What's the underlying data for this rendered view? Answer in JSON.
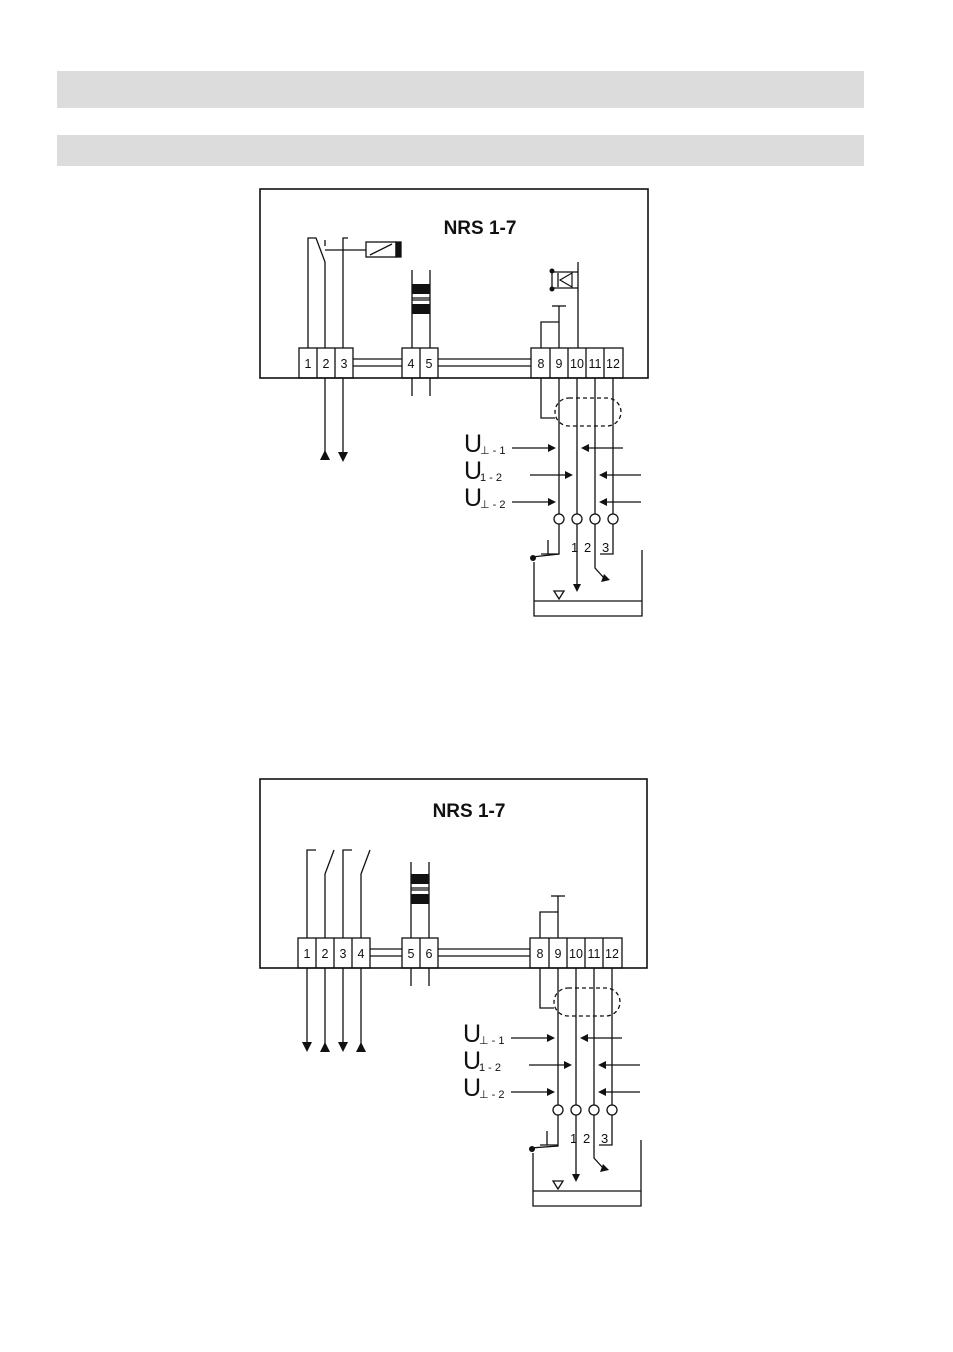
{
  "header_bands": [
    {
      "text": ""
    },
    {
      "text": ""
    }
  ],
  "diagrams": [
    {
      "title": "NRS 1-7",
      "left_terminals": [
        "1",
        "2",
        "3"
      ],
      "mid_terminals": [
        "4",
        "5"
      ],
      "right_terminals": [
        "8",
        "9",
        "10",
        "11",
        "12"
      ],
      "voltages": [
        {
          "symbol": "U",
          "sub": "⊥ - 1"
        },
        {
          "symbol": "U",
          "sub": "1 - 2"
        },
        {
          "symbol": "U",
          "sub": "⊥ - 2"
        }
      ],
      "electrodes": [
        "1",
        "2",
        "3"
      ],
      "ground_symbol": "⊥"
    },
    {
      "title": "NRS 1-7",
      "left_terminals": [
        "1",
        "2",
        "3",
        "4"
      ],
      "mid_terminals": [
        "5",
        "6"
      ],
      "right_terminals": [
        "8",
        "9",
        "10",
        "11",
        "12"
      ],
      "voltages": [
        {
          "symbol": "U",
          "sub": "⊥ - 1"
        },
        {
          "symbol": "U",
          "sub": "1 - 2"
        },
        {
          "symbol": "U",
          "sub": "⊥ - 2"
        }
      ],
      "electrodes": [
        "1",
        "2",
        "3"
      ],
      "ground_symbol": "⊥"
    }
  ]
}
